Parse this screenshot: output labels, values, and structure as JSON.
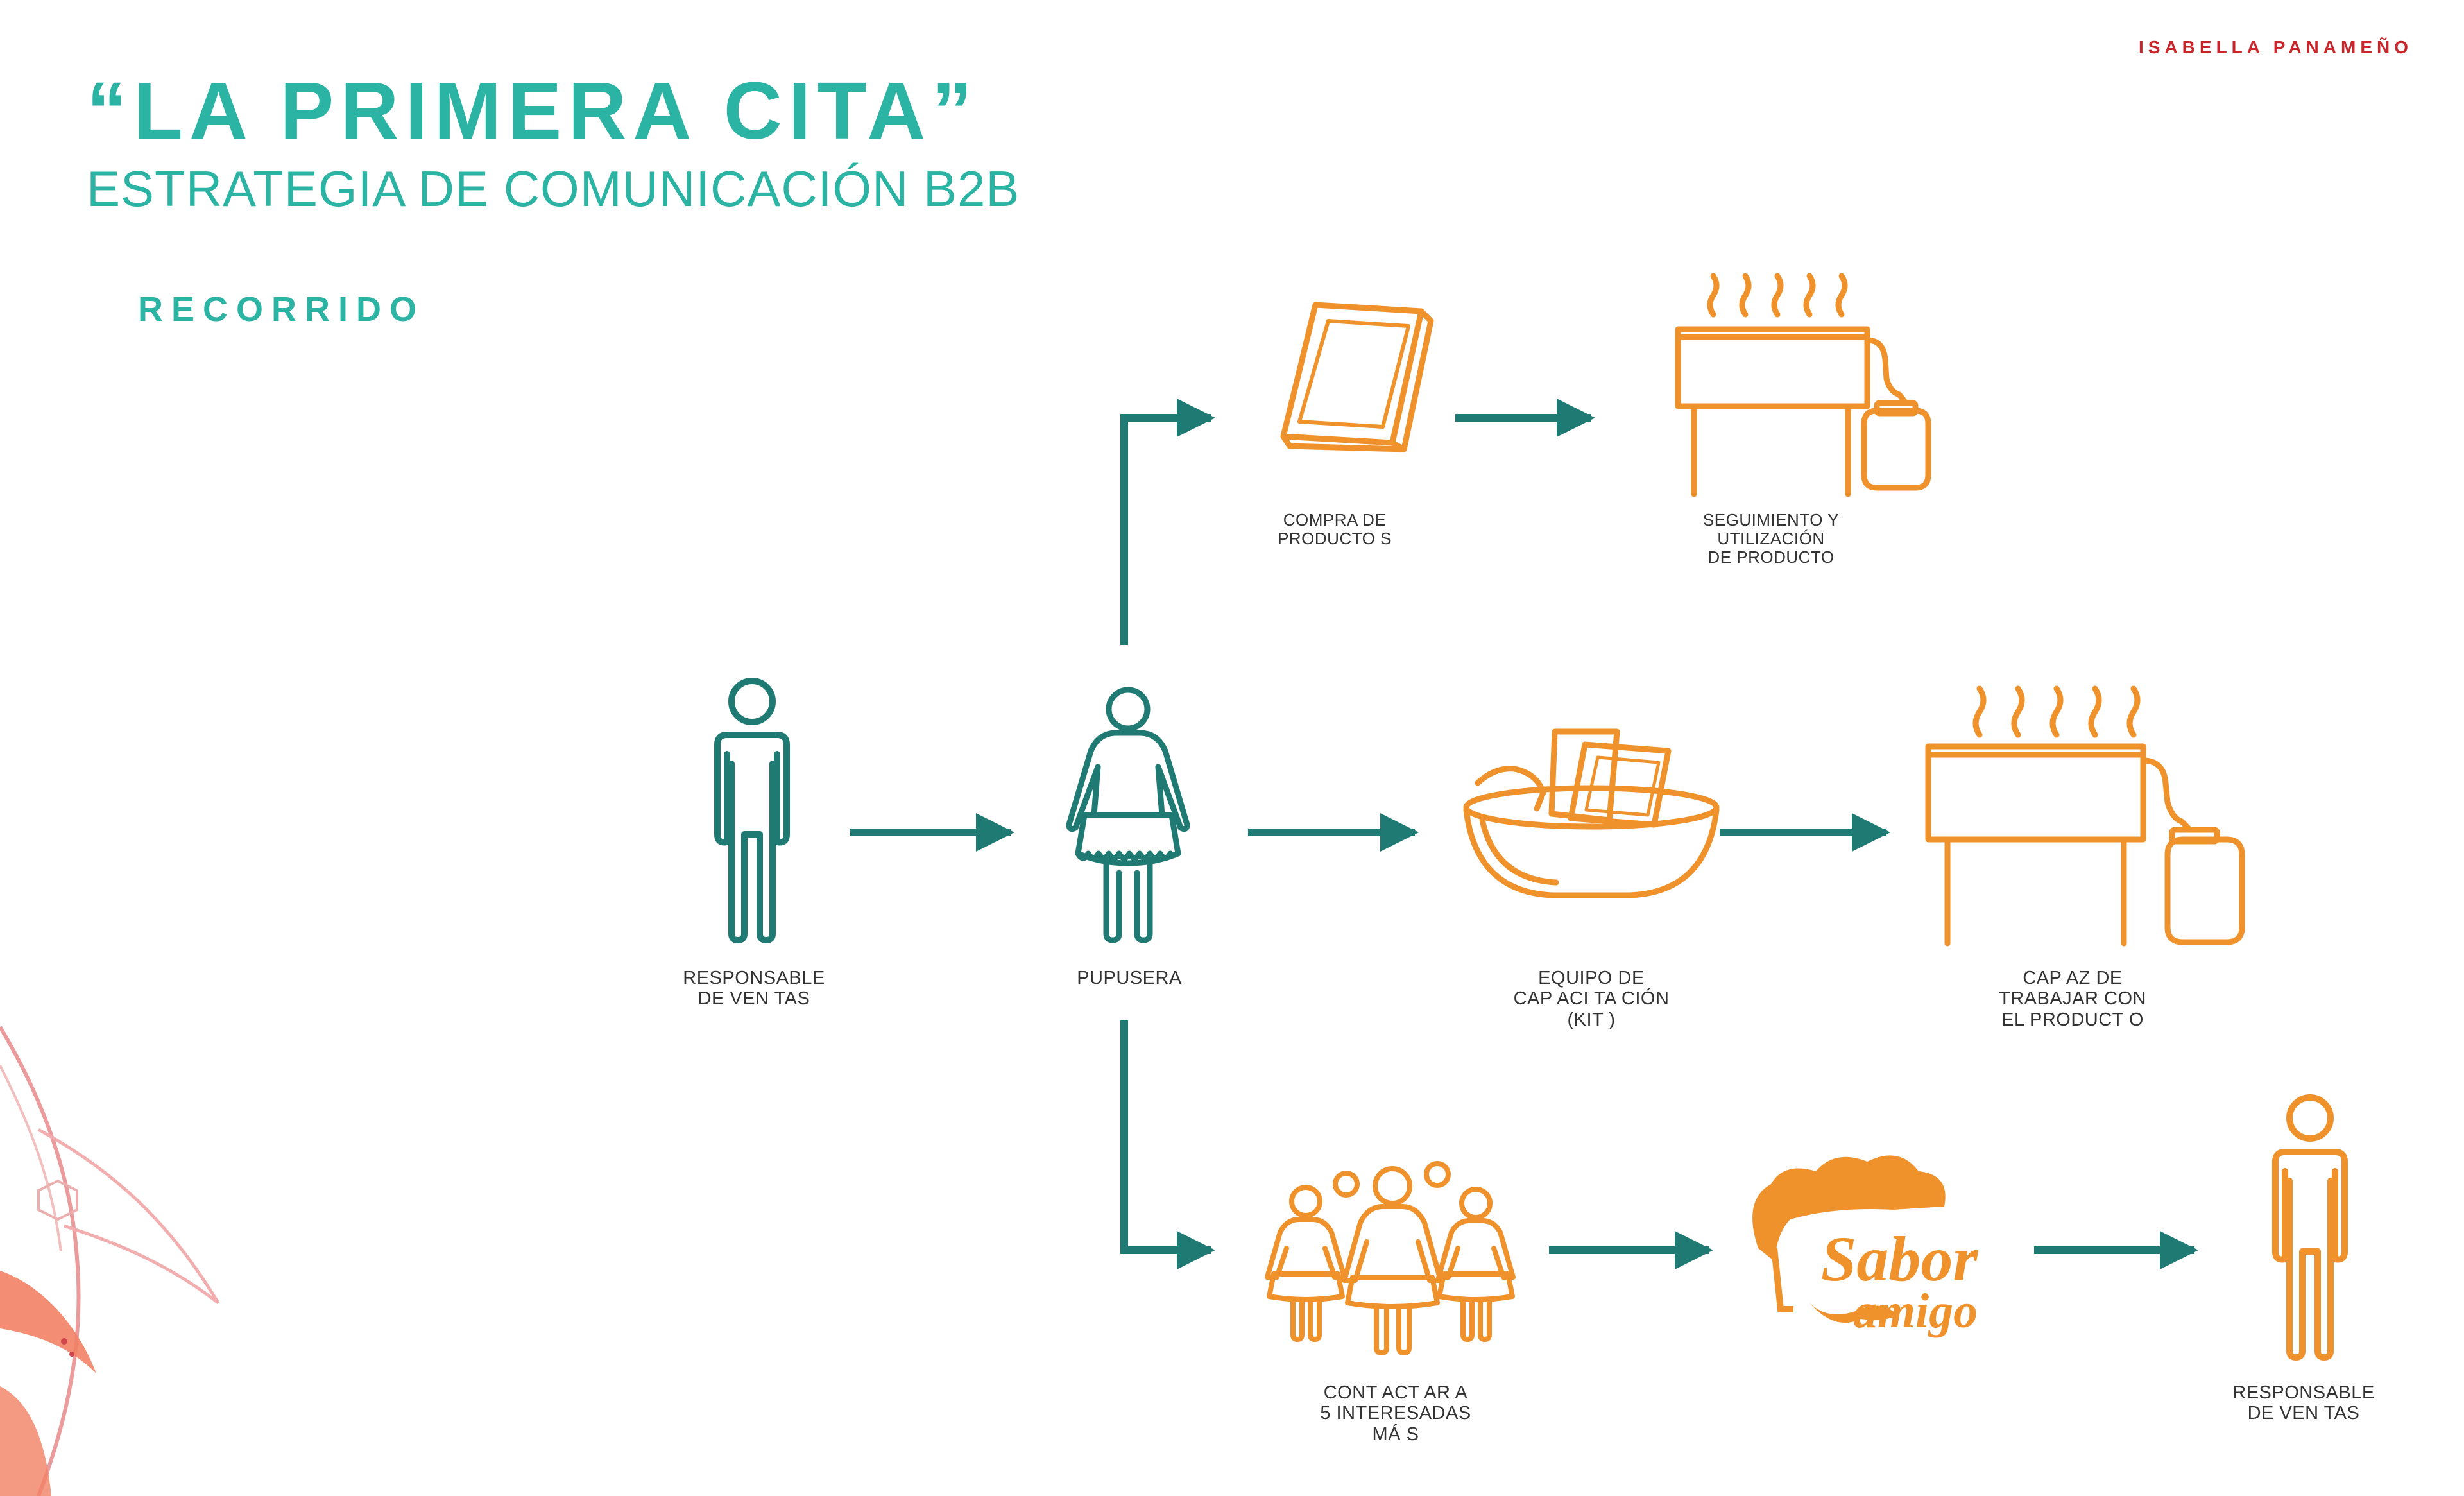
{
  "header": {
    "author": "ISABELLA PANAMEÑO",
    "title": "“LA PRIMERA CITA”",
    "subtitle": "ESTRATEGIA DE COMUNICACIÓN B2B",
    "section": "RECORRIDO"
  },
  "colors": {
    "teal": "#1f7a73",
    "accent_teal": "#2bb3a4",
    "orange": "#f0922b",
    "red": "#c8262b"
  },
  "nodes": {
    "responsable_1": {
      "label": "RESPONSABLE\n DE VEN  TAS",
      "icon": "man-icon"
    },
    "pupusera": {
      "label": "PUPUSERA",
      "icon": "woman-apron-icon"
    },
    "compra": {
      "label": "COMPRA DE\nPRODUCTO   S",
      "icon": "product-bag-icon"
    },
    "seguimiento": {
      "label": "SEGUIMIENTO Y\nUTILIZACIÓN\nDE PRODUCTO",
      "icon": "griddle-icon"
    },
    "kit": {
      "label": "EQUIPO DE\nCAP ACI TA CIÓN\n(KIT  )",
      "icon": "basket-kit-icon"
    },
    "capaz": {
      "label": "CAP AZ DE\nTRABAJAR CON\nEL PRODUCT    O",
      "icon": "griddle-icon"
    },
    "contactar": {
      "label": "CONT ACT AR A\n5 INTERESADAS\nMÁ S",
      "icon": "group-women-icon"
    },
    "logo": {
      "brand_top": "Sabor",
      "brand_bottom": "amigo",
      "icon": "chef-hat-logo-icon"
    },
    "responsable_2": {
      "label": "RESPONSABLE\n DE VEN  TAS",
      "icon": "man-icon"
    }
  }
}
